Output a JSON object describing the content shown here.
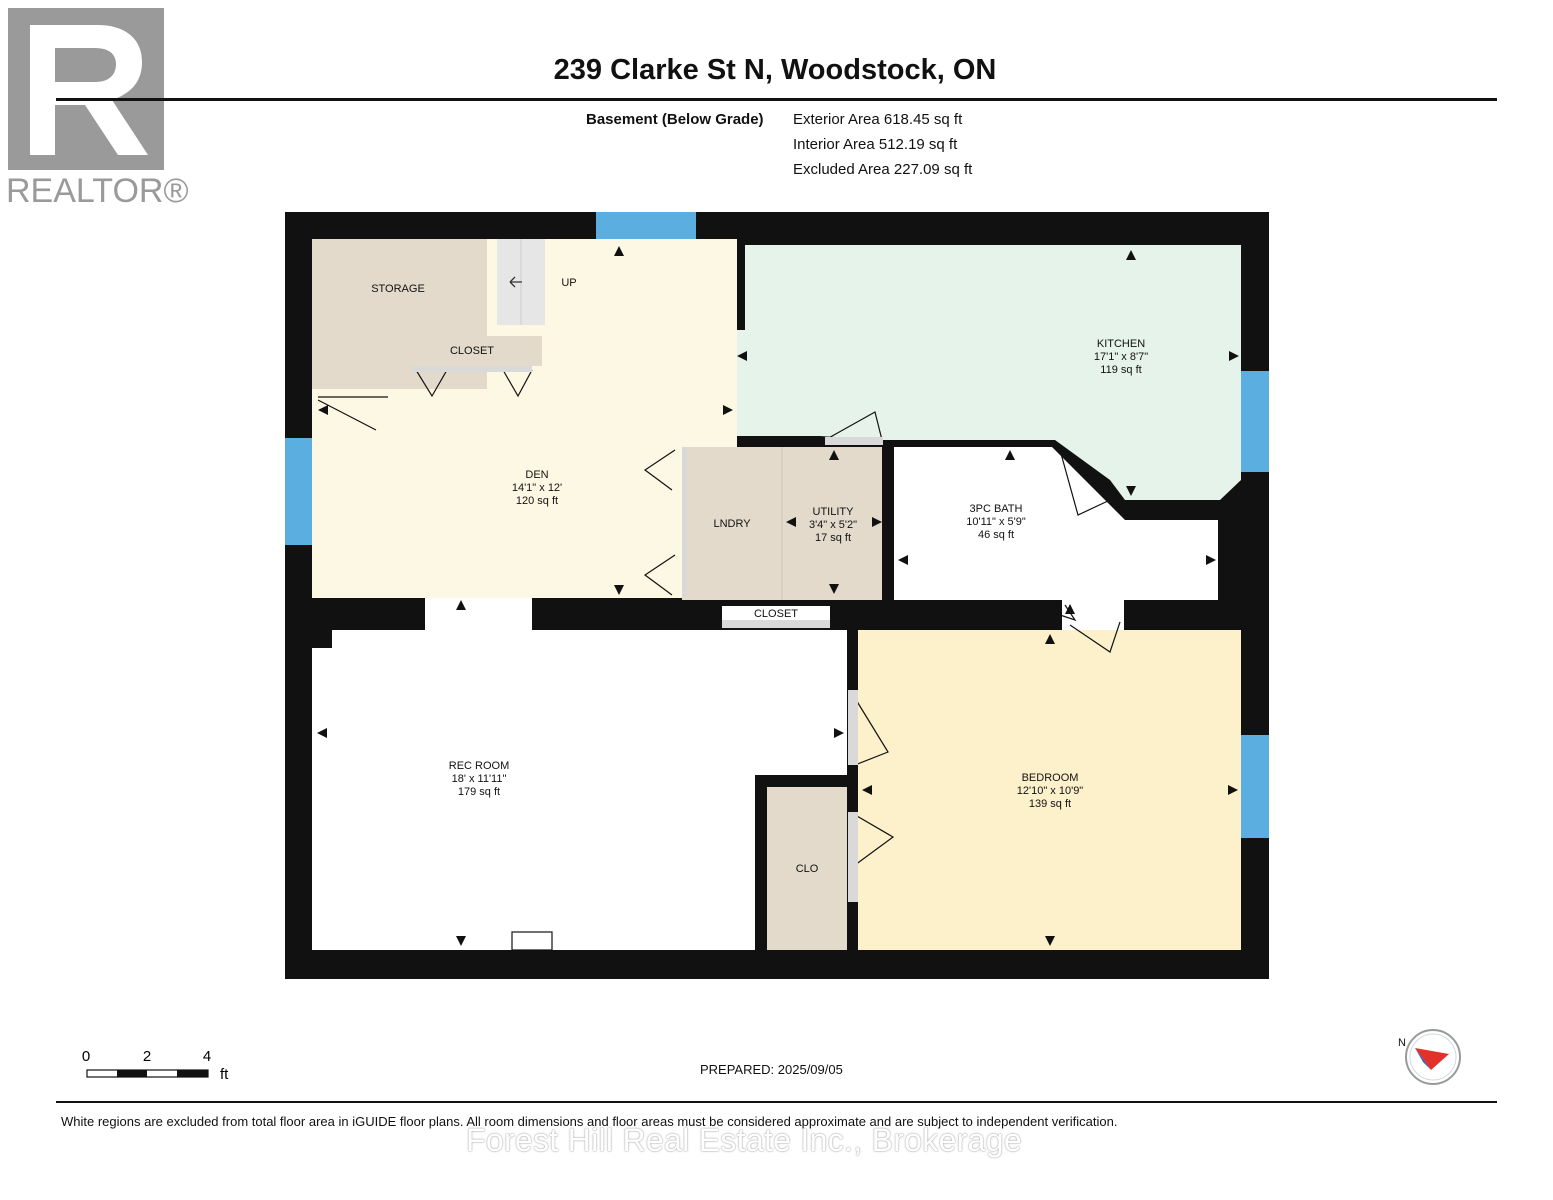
{
  "logo": {
    "icon": "realtor-r-logo",
    "wordmark": "REALTOR®",
    "color": "#9a9a9a"
  },
  "header": {
    "title": "239 Clarke St N, Woodstock, ON",
    "level_label": "Basement (Below Grade)",
    "areas": [
      "Exterior Area 618.45 sq ft",
      "Interior Area 512.19 sq ft",
      "Excluded Area 227.09 sq ft"
    ]
  },
  "rooms": {
    "storage": {
      "name": "STORAGE"
    },
    "closet_den": {
      "name": "CLOSET"
    },
    "stairs": {
      "label": "UP"
    },
    "kitchen": {
      "name": "KITCHEN",
      "dims": "17'1\" x 8'7\"",
      "area": "119 sq ft"
    },
    "den": {
      "name": "DEN",
      "dims": "14'1\" x 12'",
      "area": "120 sq ft"
    },
    "laundry": {
      "name": "LNDRY"
    },
    "utility": {
      "name": "UTILITY",
      "dims": "3'4\" x 5'2\"",
      "area": "17 sq ft"
    },
    "bath": {
      "name": "3PC BATH",
      "dims": "10'11\" x 5'9\"",
      "area": "46 sq ft"
    },
    "closet_hall": {
      "name": "CLOSET"
    },
    "rec_room": {
      "name": "REC ROOM",
      "dims": "18' x 11'11\"",
      "area": "179 sq ft"
    },
    "bedroom": {
      "name": "BEDROOM",
      "dims": "12'10\" x 10'9\"",
      "area": "139 sq ft"
    },
    "clo": {
      "name": "CLO"
    }
  },
  "colors": {
    "wall": "#111111",
    "window": "#5aaee0",
    "storage": "#e3dacb",
    "den": "#fdf8e3",
    "kitchen": "#e5f3ea",
    "laundry": "#e3dacb",
    "bedroom": "#fdf1cc",
    "excluded": "#ffffff",
    "door": "#d9d9d9"
  },
  "scale": {
    "ticks": [
      "0",
      "2",
      "4"
    ],
    "unit": "ft"
  },
  "footer": {
    "prepared": "PREPARED: 2025/09/05",
    "compass_label": "N",
    "disclaimer": "White regions are excluded from total floor area in iGUIDE floor plans. All room dimensions and floor areas must be considered approximate and are subject to independent verification.",
    "brokerage": "Forest Hill Real Estate Inc., Brokerage"
  }
}
